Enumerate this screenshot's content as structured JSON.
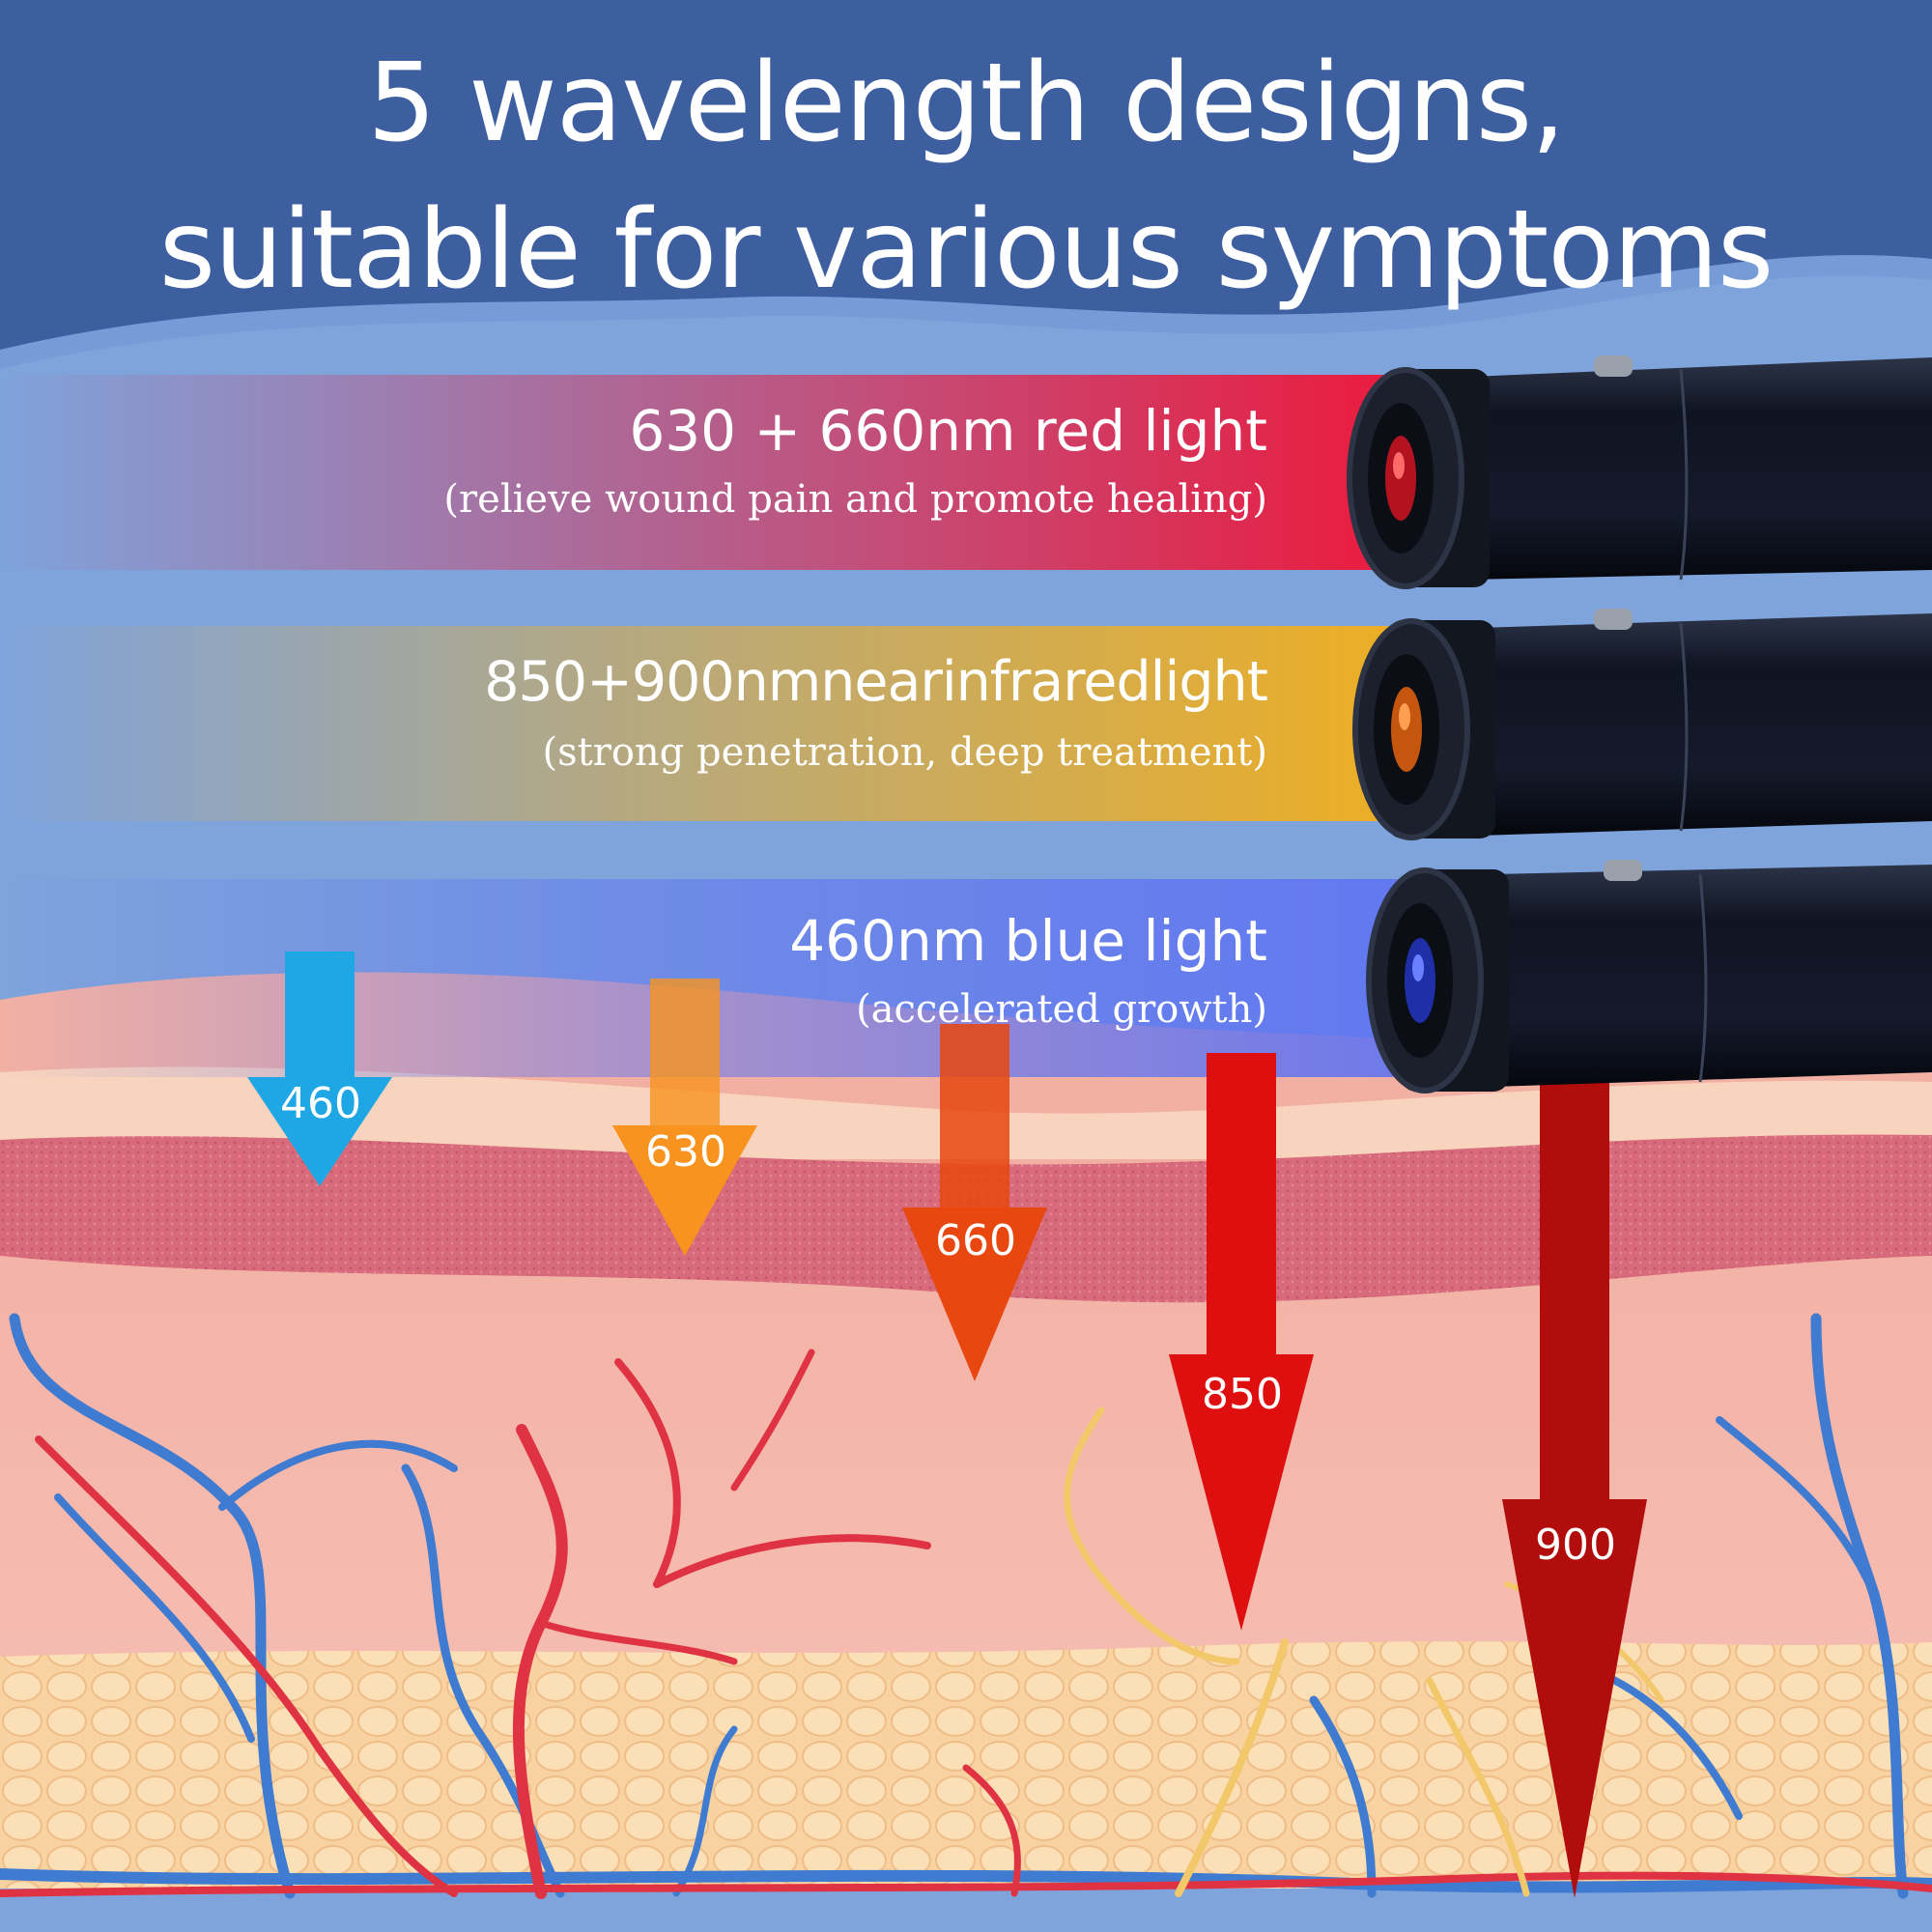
{
  "title": {
    "line1": "5 wavelength designs,",
    "line2": "suitable for various symptoms"
  },
  "bands": [
    {
      "name": "630 + 660nm red light",
      "description": "(relieve wound pain and promote healing)",
      "color": "#ea1c3f"
    },
    {
      "name": "850+900nmnearinfraredlight",
      "description": "(strong penetration, deep treatment)",
      "color": "#ecae25"
    },
    {
      "name": "460nm blue light",
      "description": "(accelerated growth)",
      "color": "#5f73f2"
    }
  ],
  "arrows": [
    {
      "label": "460",
      "color": "#1ea7e4"
    },
    {
      "label": "630",
      "color": "#f7931e"
    },
    {
      "label": "660",
      "color": "#e8470f"
    },
    {
      "label": "850",
      "color": "#e00f0f"
    },
    {
      "label": "900",
      "color": "#b10d0d"
    }
  ],
  "colors": {
    "header": "#3d5fa0",
    "background": "#7fa3db",
    "skin": "#f6b9ae",
    "dermis": "#d9687a",
    "fat": "#f8d3a2",
    "vein": "#3f7bd0",
    "artery": "#df3343",
    "nerve": "#f2c86b"
  }
}
